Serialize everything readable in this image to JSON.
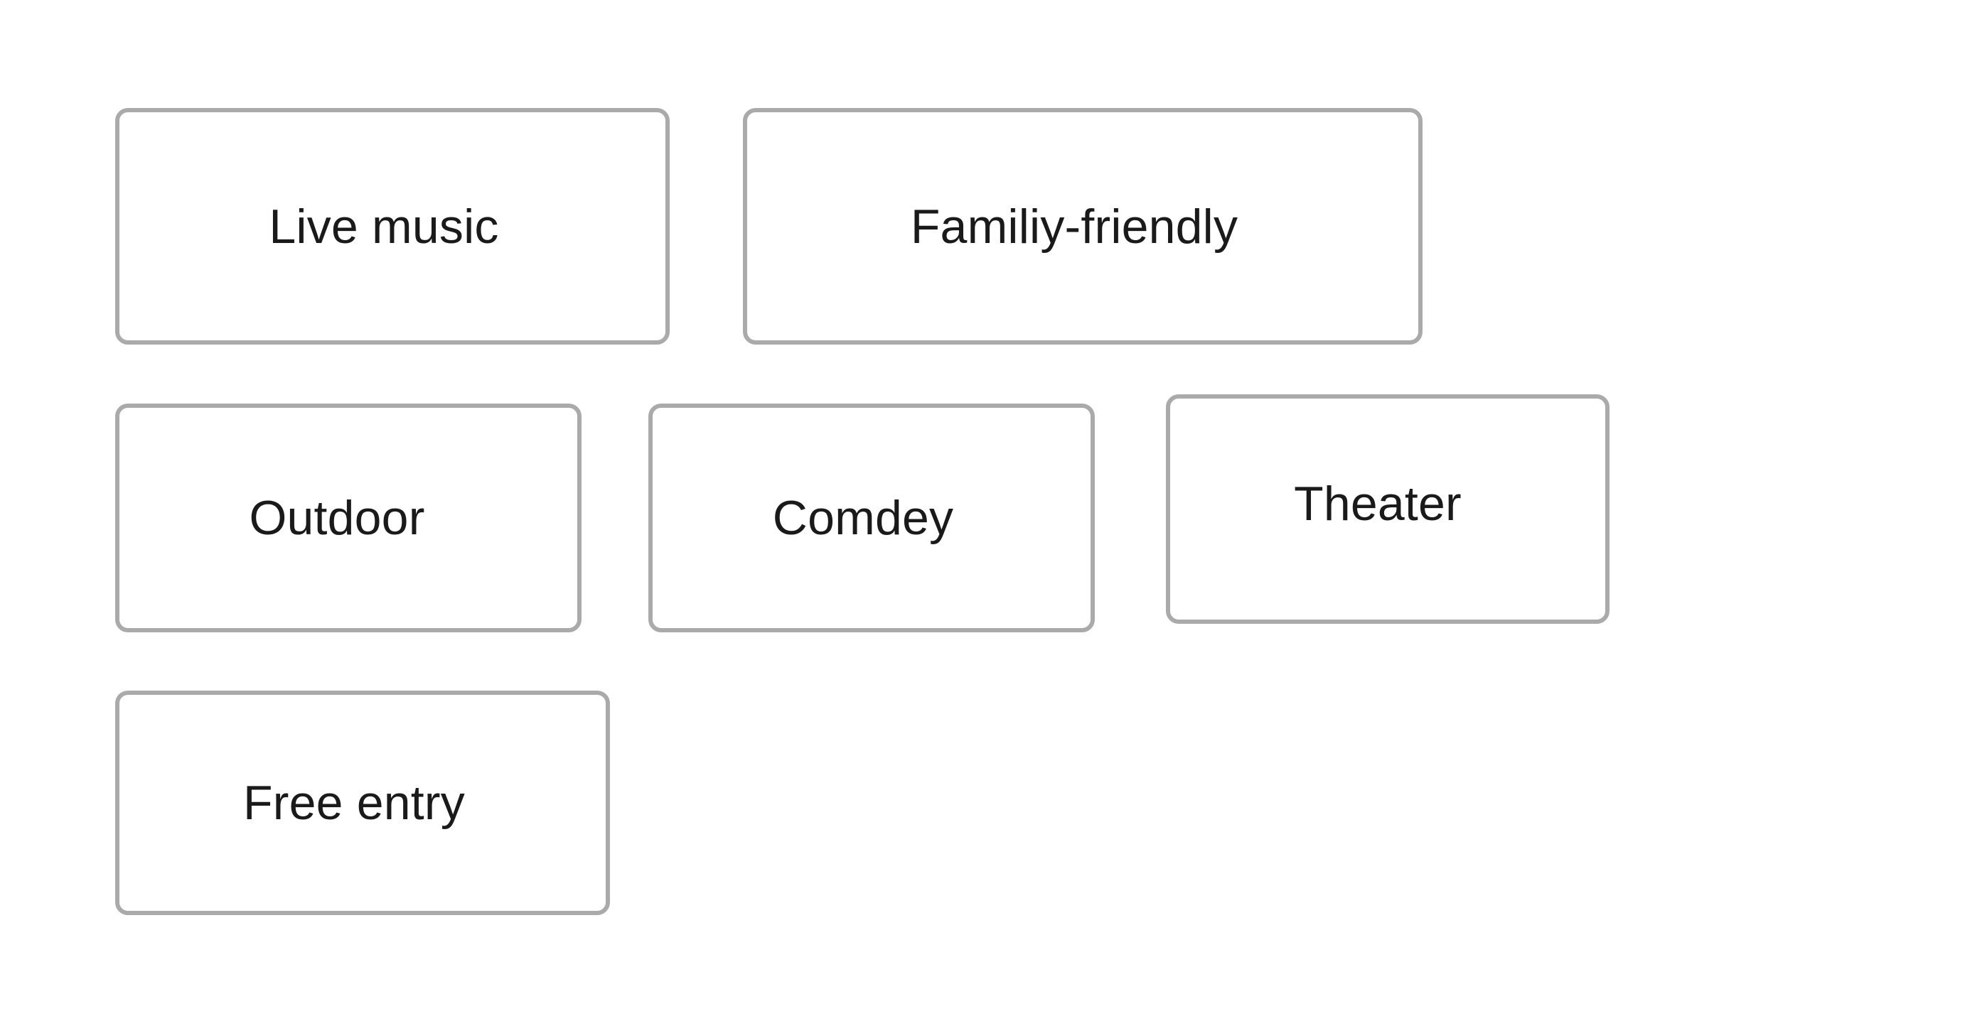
{
  "page": {
    "background_color": "#ffffff",
    "chip_border_color": "#aaaaaa",
    "chip_background_color": "#ffffff",
    "chip_text_color": "#1a1a1a"
  },
  "filter_chips": {
    "rows": [
      {
        "items": [
          {
            "label": "Live music"
          },
          {
            "label": "Familiy-friendly"
          }
        ]
      },
      {
        "items": [
          {
            "label": "Outdoor"
          },
          {
            "label": "Comdey"
          },
          {
            "label": "Theater"
          }
        ]
      },
      {
        "items": [
          {
            "label": "Free entry"
          }
        ]
      }
    ]
  }
}
